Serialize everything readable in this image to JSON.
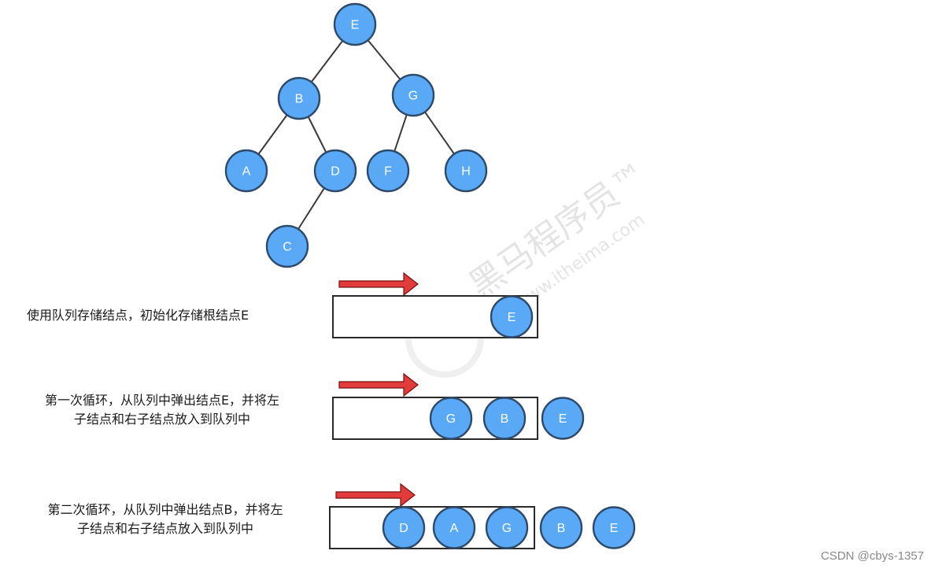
{
  "tree": {
    "nodes": [
      {
        "id": "E",
        "label": "E"
      },
      {
        "id": "B",
        "label": "B"
      },
      {
        "id": "G",
        "label": "G"
      },
      {
        "id": "A",
        "label": "A"
      },
      {
        "id": "D",
        "label": "D"
      },
      {
        "id": "F",
        "label": "F"
      },
      {
        "id": "H",
        "label": "H"
      },
      {
        "id": "C",
        "label": "C"
      }
    ],
    "edges": [
      [
        "E",
        "B"
      ],
      [
        "E",
        "G"
      ],
      [
        "B",
        "A"
      ],
      [
        "B",
        "D"
      ],
      [
        "D",
        "C"
      ],
      [
        "G",
        "F"
      ],
      [
        "G",
        "H"
      ]
    ]
  },
  "steps": [
    {
      "caption_lines": [
        "使用队列存储结点，初始化存储根结点E"
      ],
      "queue": [
        "E"
      ],
      "popped": []
    },
    {
      "caption_lines": [
        "第一次循环，从队列中弹出结点E，并将左",
        "子结点和右子结点放入到队列中"
      ],
      "queue": [
        "G",
        "B"
      ],
      "popped": [
        "E"
      ]
    },
    {
      "caption_lines": [
        "第二次循环，从队列中弹出结点B，并将左",
        "子结点和右子结点放入到队列中"
      ],
      "queue": [
        "D",
        "A",
        "G"
      ],
      "popped": [
        "B",
        "E"
      ]
    }
  ],
  "watermark": {
    "text": "黑马程序员",
    "subtext": "www.itheima.com",
    "tm": "™"
  },
  "credit": "CSDN @cbys-1357",
  "colors": {
    "node_fill": "#5aa9f7",
    "node_stroke": "#2d4a6a",
    "arrow": "#e23b3b"
  }
}
